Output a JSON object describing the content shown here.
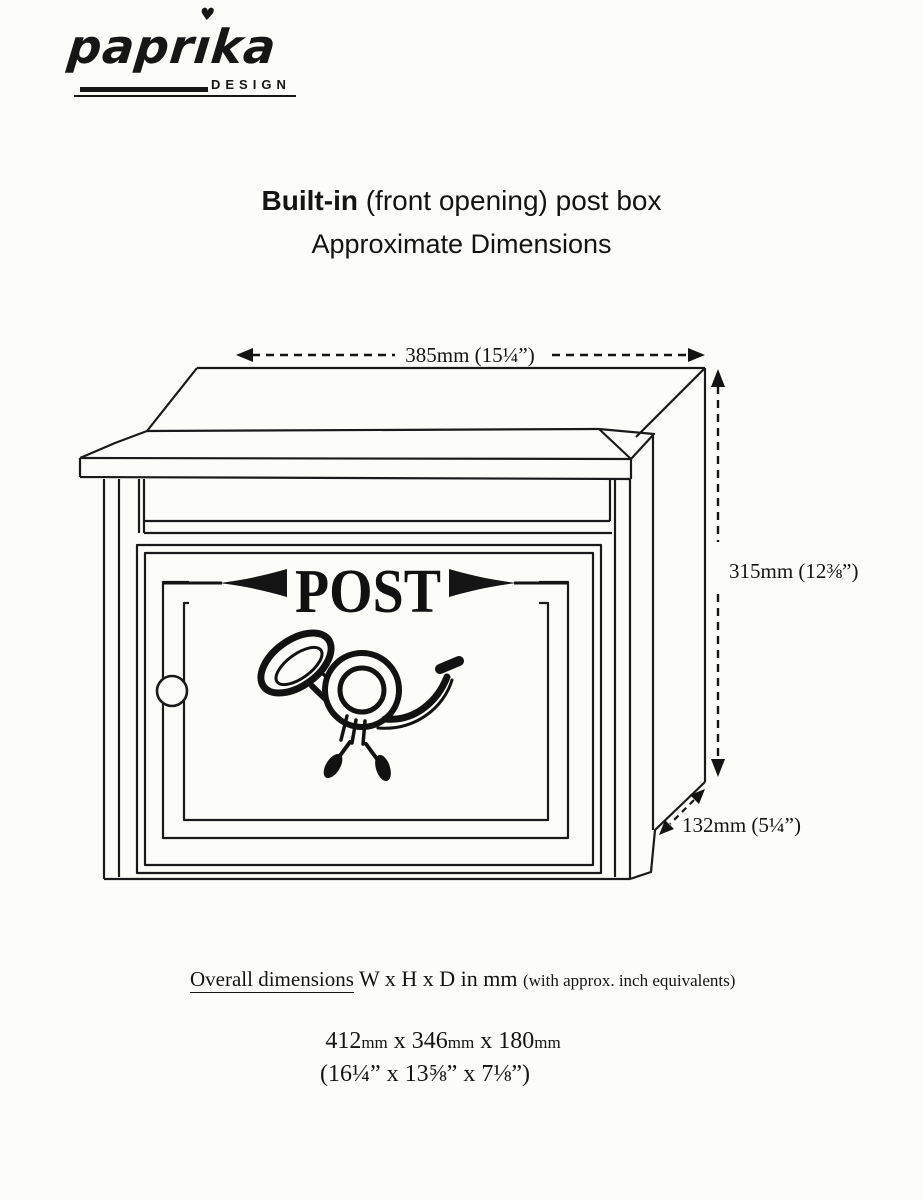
{
  "logo": {
    "brand_start": "papr",
    "brand_dotless_i": "ı",
    "brand_end": "ka",
    "heart": "♥",
    "subtext": "DESIGN"
  },
  "header": {
    "title_bold": "Built-in",
    "title_rest": " (front opening) post box",
    "subtitle": "Approximate Dimensions"
  },
  "diagram": {
    "post_label": "POST",
    "width_label": "385mm (15¼”)",
    "height_label": "315mm (12⅜”)",
    "depth_label": "132mm (5¼”)"
  },
  "footer": {
    "overall_label": "Overall dimensions",
    "overall_formula": " W x H x D in mm ",
    "overall_note": "(with approx. inch equivalents)",
    "mm_dimensions": {
      "w": "412",
      "unit1": "mm",
      "sep1": " x ",
      "h": "346",
      "unit2": "mm",
      "sep2": " x ",
      "d": "180",
      "unit3": "mm"
    },
    "inch_dimensions": "(16¼” x 13⅝” x 7⅛”)"
  }
}
